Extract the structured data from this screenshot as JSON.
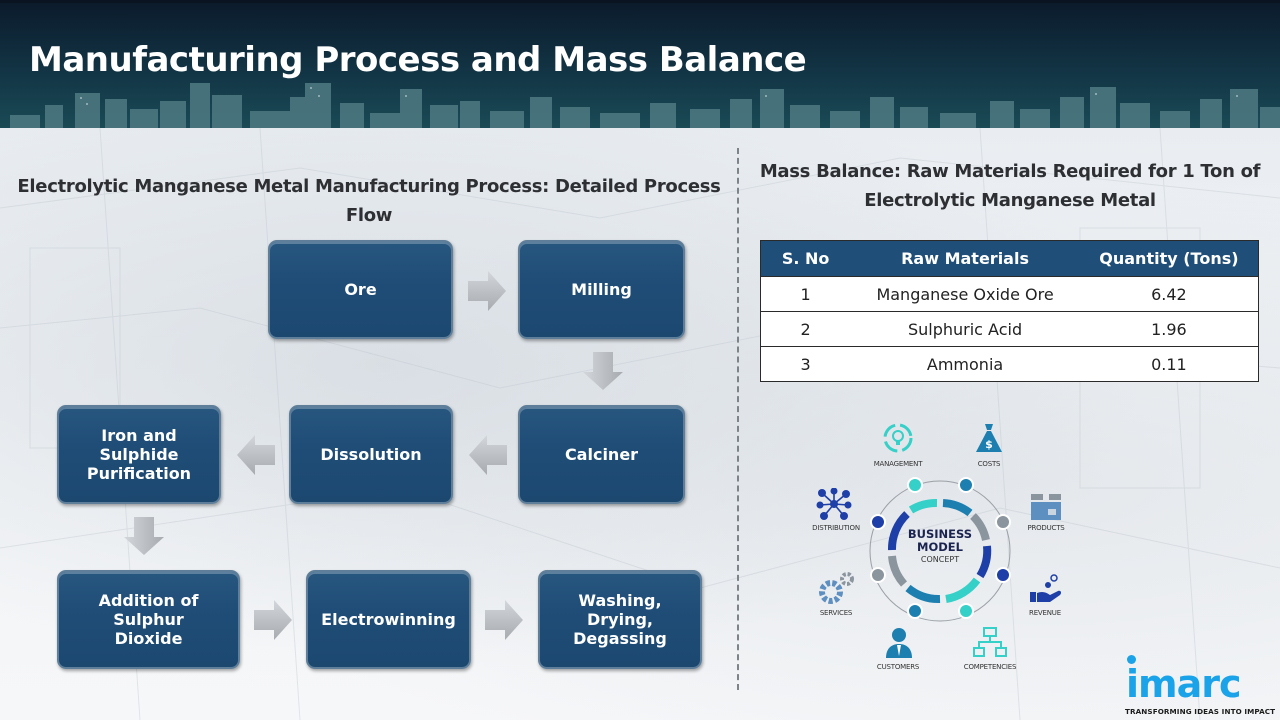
{
  "header": {
    "title": "Manufacturing Process and Mass Balance"
  },
  "process_flow": {
    "heading": "Electrolytic Manganese Metal Manufacturing Process: Detailed Process Flow",
    "steps": [
      {
        "label": "Ore"
      },
      {
        "label": "Milling"
      },
      {
        "label": "Calciner"
      },
      {
        "label": "Dissolution"
      },
      {
        "label": "Iron and Sulphide Purification"
      },
      {
        "label": "Addition of Sulphur Dioxide"
      },
      {
        "label": "Electrowinning"
      },
      {
        "label": "Washing, Drying, Degassing"
      }
    ],
    "connections": [
      {
        "from": "Ore",
        "to": "Milling",
        "direction": "right"
      },
      {
        "from": "Milling",
        "to": "Calciner",
        "direction": "down"
      },
      {
        "from": "Calciner",
        "to": "Dissolution",
        "direction": "left"
      },
      {
        "from": "Dissolution",
        "to": "Iron and Sulphide Purification",
        "direction": "left"
      },
      {
        "from": "Iron and Sulphide Purification",
        "to": "Addition of Sulphur Dioxide",
        "direction": "down"
      },
      {
        "from": "Addition of Sulphur Dioxide",
        "to": "Electrowinning",
        "direction": "right"
      },
      {
        "from": "Electrowinning",
        "to": "Washing, Drying, Degassing",
        "direction": "right"
      }
    ],
    "colors": {
      "box": "#1f4e79",
      "arrow": "#b7bbc0"
    }
  },
  "mass_balance": {
    "heading": "Mass Balance: Raw Materials Required for 1 Ton of Electrolytic Manganese Metal",
    "columns": [
      "S. No",
      "Raw Materials",
      "Quantity  (Tons)"
    ],
    "rows": [
      {
        "sno": "1",
        "material": "Manganese  Oxide Ore",
        "quantity": "6.42"
      },
      {
        "sno": "2",
        "material": "Sulphuric Acid",
        "quantity": "1.96"
      },
      {
        "sno": "3",
        "material": "Ammonia",
        "quantity": "0.11"
      }
    ],
    "header_color": "#1f4e79"
  },
  "business_model": {
    "center": {
      "line1": "BUSINESS",
      "line2": "MODEL",
      "line3": "CONCEPT"
    },
    "items": [
      {
        "label": "MANAGEMENT",
        "icon": "lightbulb-cycle-icon"
      },
      {
        "label": "COSTS",
        "icon": "money-bag-icon"
      },
      {
        "label": "PRODUCTS",
        "icon": "box-icon"
      },
      {
        "label": "REVENUE",
        "icon": "hand-coins-icon"
      },
      {
        "label": "COMPETENCIES",
        "icon": "hierarchy-icon"
      },
      {
        "label": "CUSTOMERS",
        "icon": "person-icon"
      },
      {
        "label": "SERVICES",
        "icon": "gears-icon"
      },
      {
        "label": "DISTRIBUTION",
        "icon": "network-icon"
      }
    ]
  },
  "brand": {
    "name": "imarc",
    "tagline": "TRANSFORMING IDEAS INTO IMPACT",
    "color": "#1aa3e8"
  }
}
